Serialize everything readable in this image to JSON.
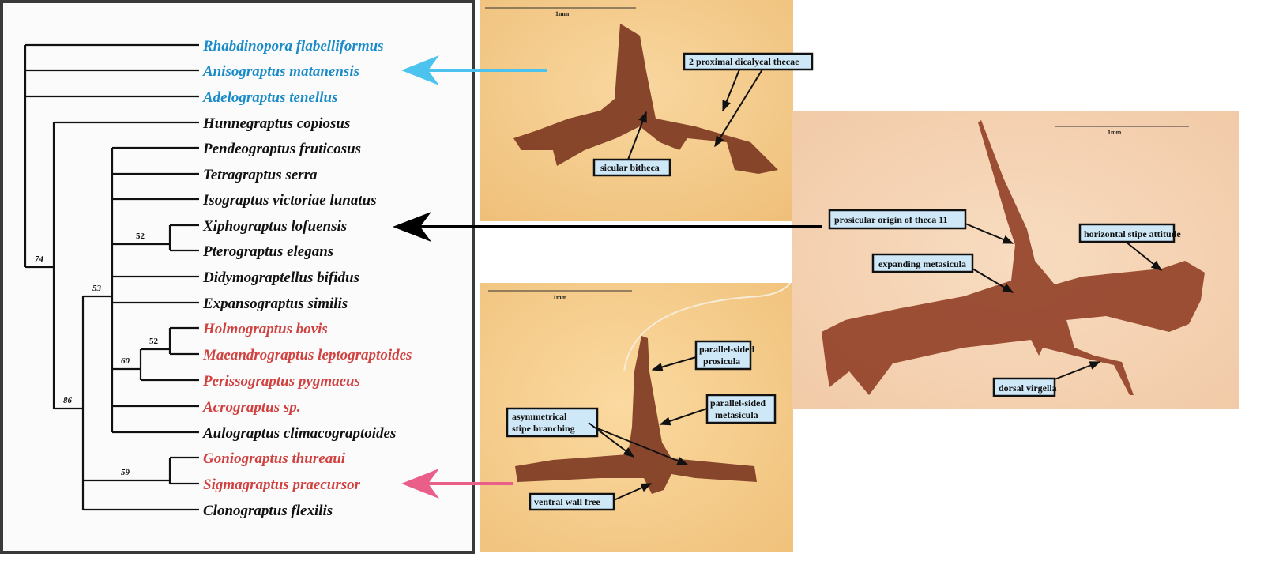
{
  "tree": {
    "taxa": [
      {
        "name": "Rhabdinopora flabelliformus",
        "color": "blue"
      },
      {
        "name": "Anisograptus matanensis",
        "color": "blue"
      },
      {
        "name": "Adelograptus tenellus",
        "color": "blue"
      },
      {
        "name": "Hunnegraptus copiosus",
        "color": "black"
      },
      {
        "name": "Pendeograptus fruticosus",
        "color": "black"
      },
      {
        "name": "Tetragraptus serra",
        "color": "black"
      },
      {
        "name": "Isograptus victoriae lunatus",
        "color": "black"
      },
      {
        "name": "Xiphograptus lofuensis",
        "color": "black"
      },
      {
        "name": "Pterograptus elegans",
        "color": "black"
      },
      {
        "name": "Didymograptellus bifidus",
        "color": "black"
      },
      {
        "name": "Expansograptus similis",
        "color": "black"
      },
      {
        "name": "Holmograptus bovis",
        "color": "red"
      },
      {
        "name": "Maeandrograptus leptograptoides",
        "color": "red"
      },
      {
        "name": "Perissograptus pygmaeus",
        "color": "red"
      },
      {
        "name": "Acrograptus sp.",
        "color": "red"
      },
      {
        "name": "Aulograptus climacograptoides",
        "color": "black"
      },
      {
        "name": "Goniograptus thureaui",
        "color": "red"
      },
      {
        "name": "Sigmagraptus praecursor",
        "color": "red"
      },
      {
        "name": "Clonograptus flexilis",
        "color": "black"
      }
    ],
    "support_values": [
      "74",
      "86",
      "53",
      "52",
      "60",
      "52",
      "59"
    ],
    "colors": {
      "blue": "#1a8bc9",
      "red": "#d0413f",
      "black": "#111111"
    }
  },
  "arrows": {
    "blue": "#4cc3ef",
    "black": "#000000",
    "pink": "#ea5f8a"
  },
  "photos": {
    "top": {
      "scale": "1mm",
      "callouts": [
        "2 proximal dicalycal thecae",
        "sicular bitheca"
      ]
    },
    "right": {
      "scale": "1mm",
      "callouts": [
        "prosicular origin of theca 11",
        "expanding metasicula",
        "horizontal stipe attitude",
        "dorsal virgella"
      ]
    },
    "bottom": {
      "scale": "1mm",
      "callouts": [
        "parallel-sided",
        "prosicula",
        "parallel-sided",
        "metasicula",
        "asymmetrical",
        "stipe branching",
        "ventral wall free"
      ]
    }
  }
}
